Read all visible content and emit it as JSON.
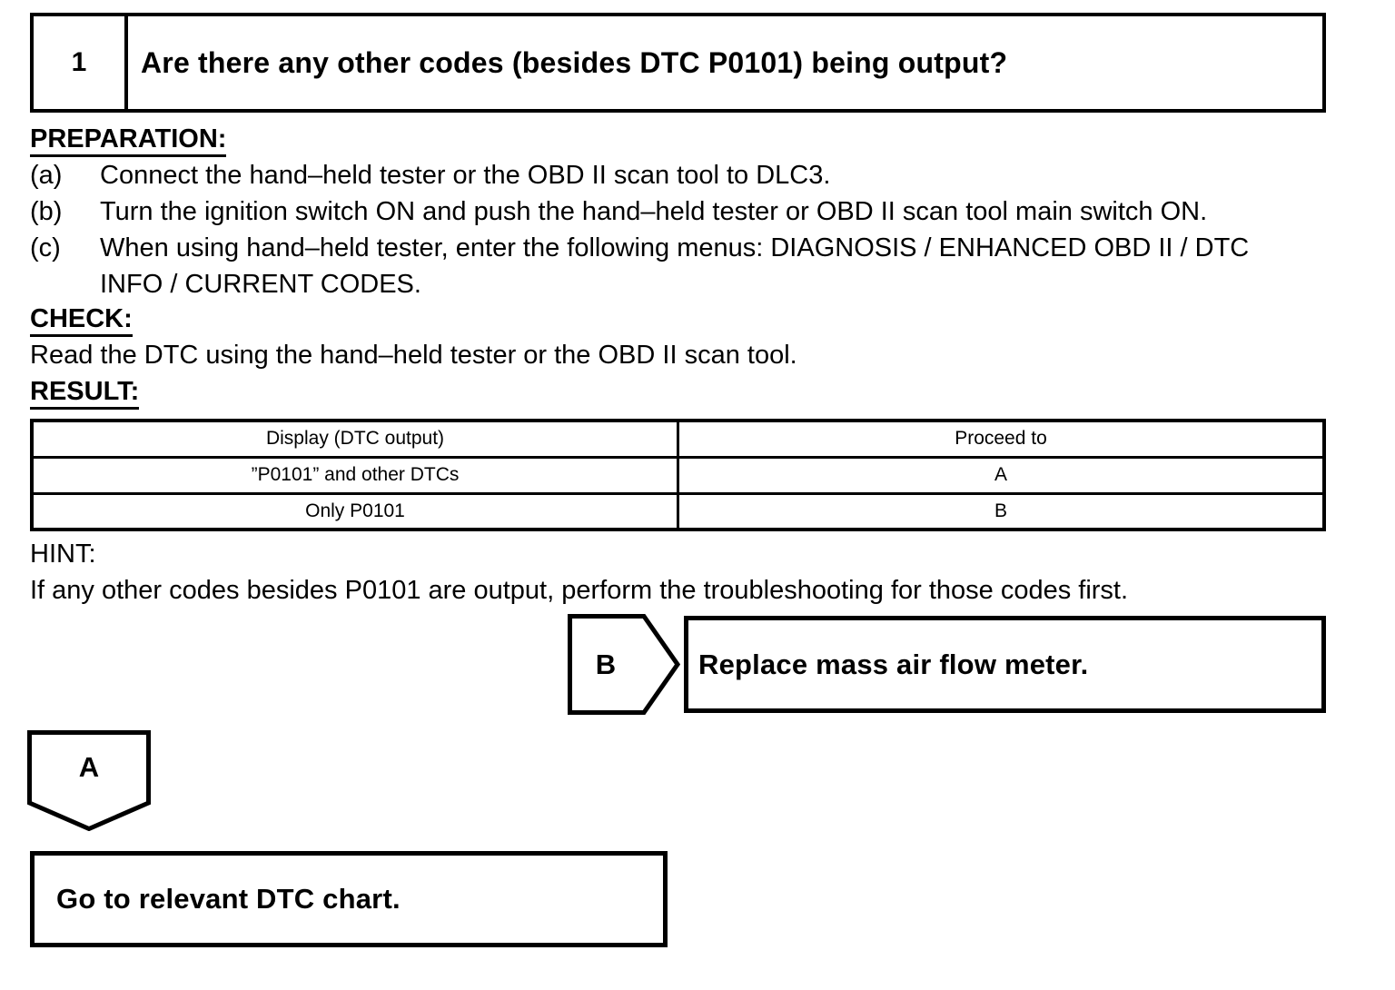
{
  "question": {
    "number": "1",
    "title": "Are there any other codes (besides DTC P0101) being output?"
  },
  "preparation": {
    "heading": "PREPARATION:",
    "items": [
      {
        "label": "(a)",
        "text": "Connect the hand–held tester or the OBD II scan tool to DLC3."
      },
      {
        "label": "(b)",
        "text": "Turn the ignition switch ON and push the hand–held tester or OBD II scan tool main switch ON."
      },
      {
        "label": "(c)",
        "text_line1": "When using hand–held tester, enter the following menus: DIAGNOSIS / ENHANCED OBD II / DTC",
        "text_line2": "INFO / CURRENT CODES."
      }
    ]
  },
  "check": {
    "heading": "CHECK:",
    "text": "Read the DTC using the hand–held tester or the OBD II scan tool."
  },
  "result": {
    "heading": "RESULT:",
    "table": {
      "headers": [
        "Display (DTC output)",
        "Proceed to"
      ],
      "rows": [
        {
          "display": "”P0101” and other DTCs",
          "proceed_to": "A"
        },
        {
          "display": "Only P0101",
          "proceed_to": "B"
        }
      ]
    }
  },
  "hint": {
    "heading": "HINT:",
    "text": "If any other codes besides P0101 are output, perform the troubleshooting for those codes first."
  },
  "flow": {
    "branch_b": {
      "label": "B",
      "action": "Replace mass air flow meter."
    },
    "branch_a": {
      "label": "A",
      "action": "Go to relevant DTC chart."
    }
  },
  "colors": {
    "text": "#000000",
    "background": "#ffffff",
    "border": "#000000"
  }
}
